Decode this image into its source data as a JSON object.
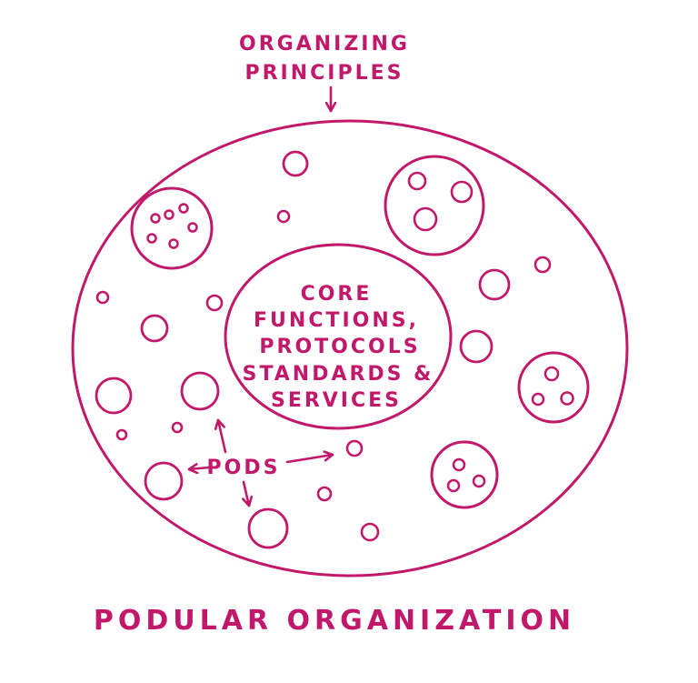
{
  "colors": {
    "ink": "#c2186b",
    "background": "#ffffff"
  },
  "labels": {
    "organizing_line1": "ORGANIZING",
    "organizing_line2": "PRINCIPLES",
    "core_line1": "CORE",
    "core_line2": "FUNCTIONS,",
    "core_line3": "PROTOCOLS",
    "core_line4": "STANDARDS &",
    "core_line5": "SERVICES",
    "pods": "PODS",
    "title": "PODULAR ORGANIZATION"
  }
}
